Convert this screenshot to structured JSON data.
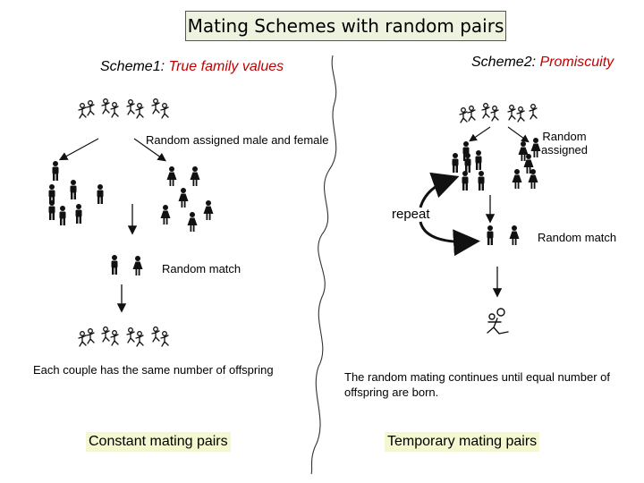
{
  "title": "Mating Schemes with random pairs",
  "scheme1": {
    "prefix": "Scheme1: ",
    "name": "True family values"
  },
  "scheme2": {
    "prefix": "Scheme2: ",
    "name": "Promiscuity"
  },
  "left": {
    "assigned": "Random assigned male and female",
    "match": "Random match",
    "offspring_note": "Each couple has the same number of offspring",
    "result": "Constant mating pairs"
  },
  "right": {
    "assigned_line1": "Random",
    "assigned_line2": "assigned",
    "repeat": "repeat",
    "match": "Random match",
    "continue_note_line1": "The random mating continues until  equal  number of",
    "continue_note_line2": "offspring are born.",
    "result": "Temporary mating pairs"
  },
  "colors": {
    "accent_red": "#c00000",
    "title_bg": "#eef3df",
    "label_bg": "#f4f7cf"
  },
  "icons": [
    "male-figure-icon",
    "female-figure-icon",
    "child-figure-icon",
    "lover-figure-icon"
  ]
}
